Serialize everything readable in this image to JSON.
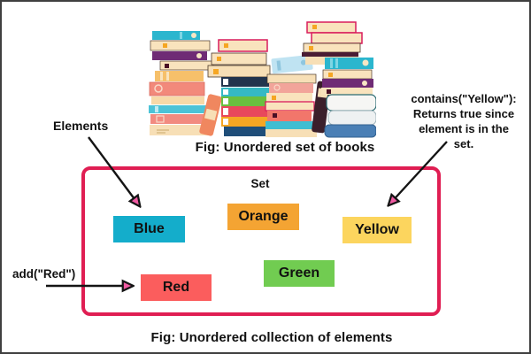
{
  "window": {
    "frame_border_color": "#3f3f3f",
    "background": "#ffffff"
  },
  "captions": {
    "books": "Fig: Unordered set of books",
    "elements": "Fig: Unordered collection of elements"
  },
  "annotations": {
    "elements_label": "Elements",
    "add_label": "add(\"Red\")",
    "contains_lines": [
      "contains(\"Yellow\"):",
      "Returns true since",
      "element is in the",
      "set."
    ]
  },
  "set": {
    "label": "Set",
    "border_color": "#e01e53",
    "elements": [
      {
        "name": "Blue",
        "color": "#14adcb"
      },
      {
        "name": "Orange",
        "color": "#f4a433"
      },
      {
        "name": "Yellow",
        "color": "#fcd55e"
      },
      {
        "name": "Red",
        "color": "#fb5d5d"
      },
      {
        "name": "Green",
        "color": "#71cc51"
      }
    ]
  },
  "colors": {
    "arrow_line": "#141414",
    "arrowhead_fill": "#f05aa2",
    "text": "#111111"
  },
  "illustration": {
    "name": "stacks-of-colorful-books"
  }
}
